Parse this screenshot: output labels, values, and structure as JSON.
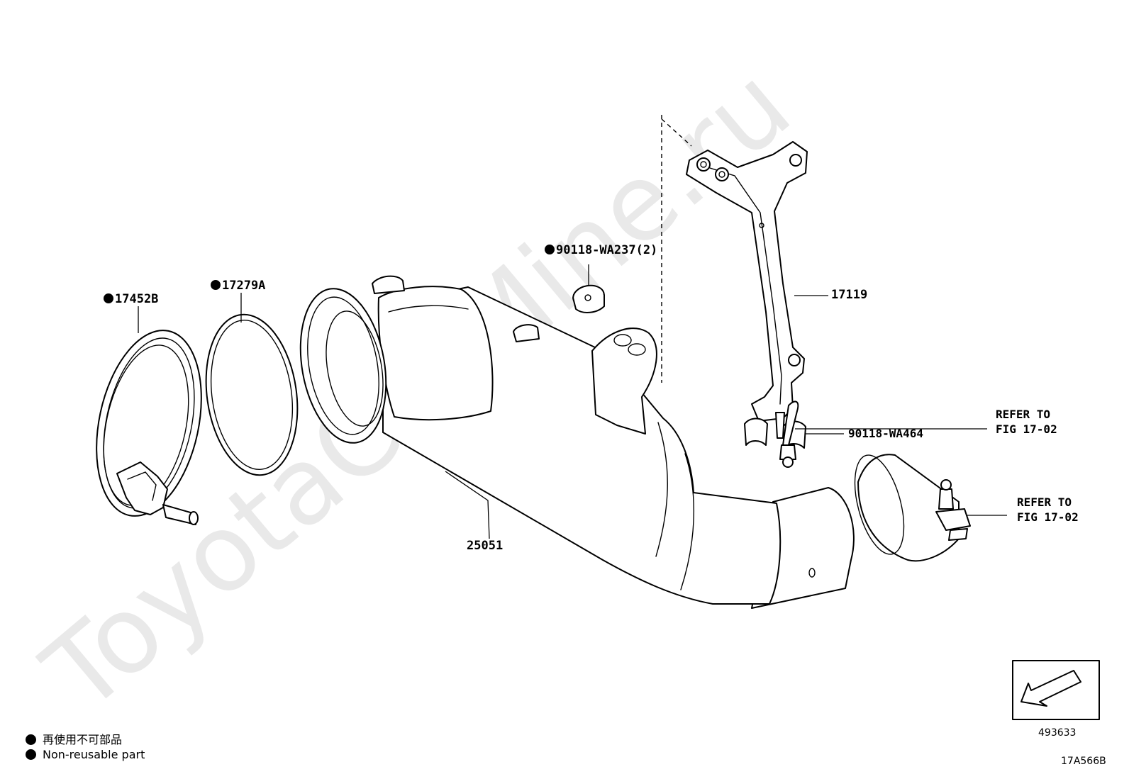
{
  "watermark": "ToyotaCarMine.ru",
  "parts": {
    "clamp": "17452B",
    "gasket": "17279A",
    "nut": "90118-WA237(2)",
    "bracket": "17119",
    "converter": "25051",
    "bolt": "90118-WA464"
  },
  "refer": {
    "sensor": {
      "line1": "REFER TO",
      "line2": "FIG 17-02"
    },
    "clamp": {
      "line1": "REFER TO",
      "line2": "FIG 17-02"
    }
  },
  "legend": {
    "jp": "再使用不可部品",
    "en": "Non-reusable part"
  },
  "orientation_box_number": "493633",
  "figure_code": "17A566B"
}
